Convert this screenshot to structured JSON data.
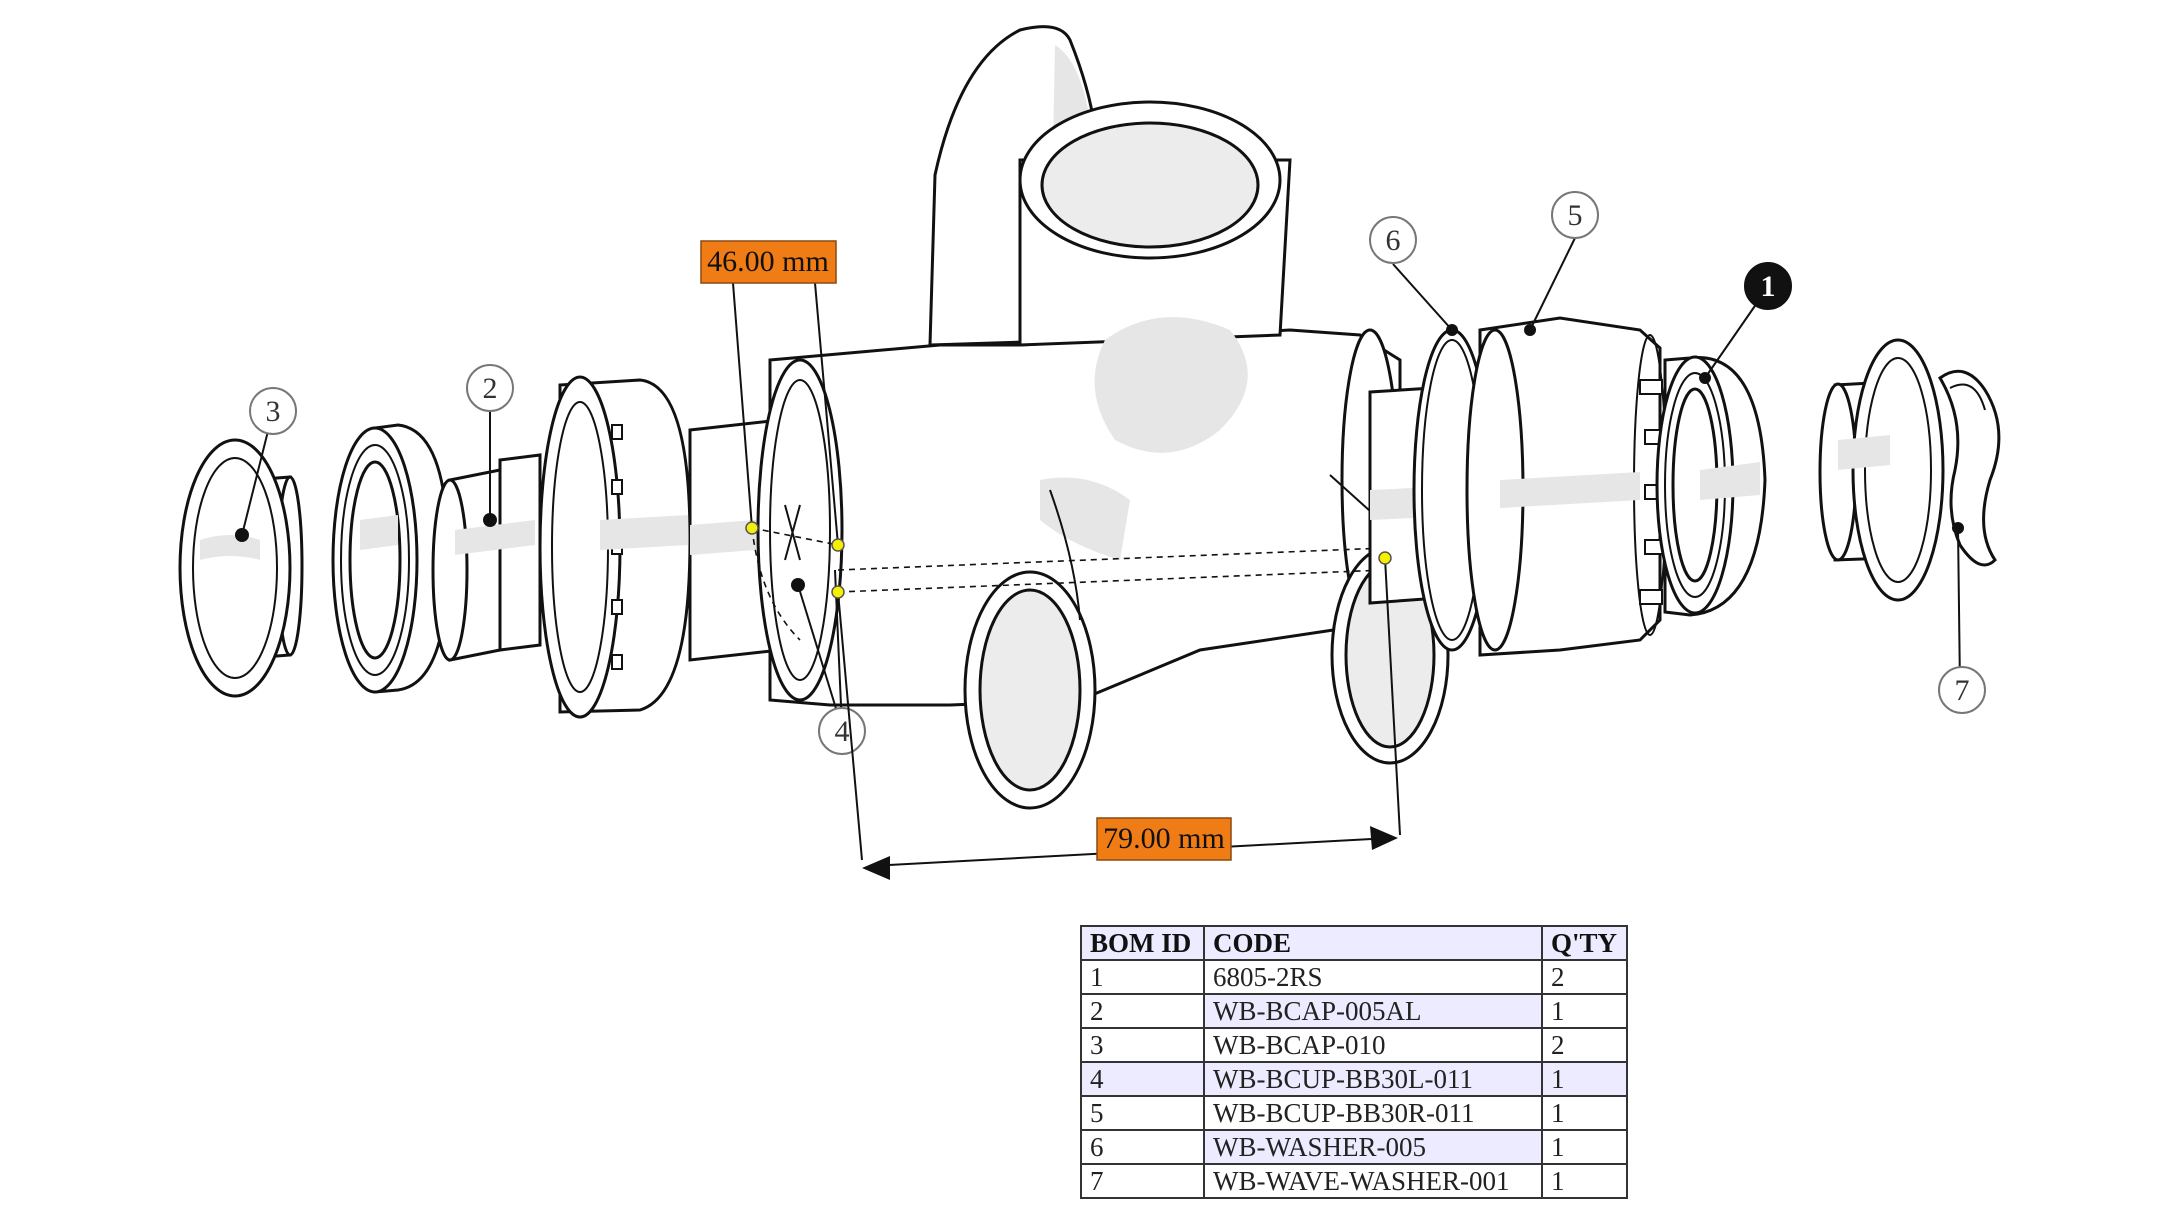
{
  "callouts": {
    "c1": "1",
    "c2": "2",
    "c3": "3",
    "c4": "4",
    "c5": "5",
    "c6": "6",
    "c7": "7"
  },
  "dimensions": {
    "diameter": "46.00 mm",
    "width": "79.00 mm"
  },
  "bom": {
    "headers": {
      "id": "BOM ID",
      "code": "CODE",
      "qty": "Q'TY"
    },
    "rows": [
      {
        "id": "1",
        "code": "6805-2RS",
        "qty": "2"
      },
      {
        "id": "2",
        "code": "WB-BCAP-005AL",
        "qty": "1"
      },
      {
        "id": "3",
        "code": "WB-BCAP-010",
        "qty": "2"
      },
      {
        "id": "4",
        "code": "WB-BCUP-BB30L-011",
        "qty": "1"
      },
      {
        "id": "5",
        "code": "WB-BCUP-BB30R-011",
        "qty": "1"
      },
      {
        "id": "6",
        "code": "WB-WASHER-005",
        "qty": "1"
      },
      {
        "id": "7",
        "code": "WB-WAVE-WASHER-001",
        "qty": "1"
      }
    ]
  },
  "colors": {
    "dimension_label": "#f07c16",
    "table_highlight": "#ecebff",
    "control_point": "#f4f000"
  }
}
